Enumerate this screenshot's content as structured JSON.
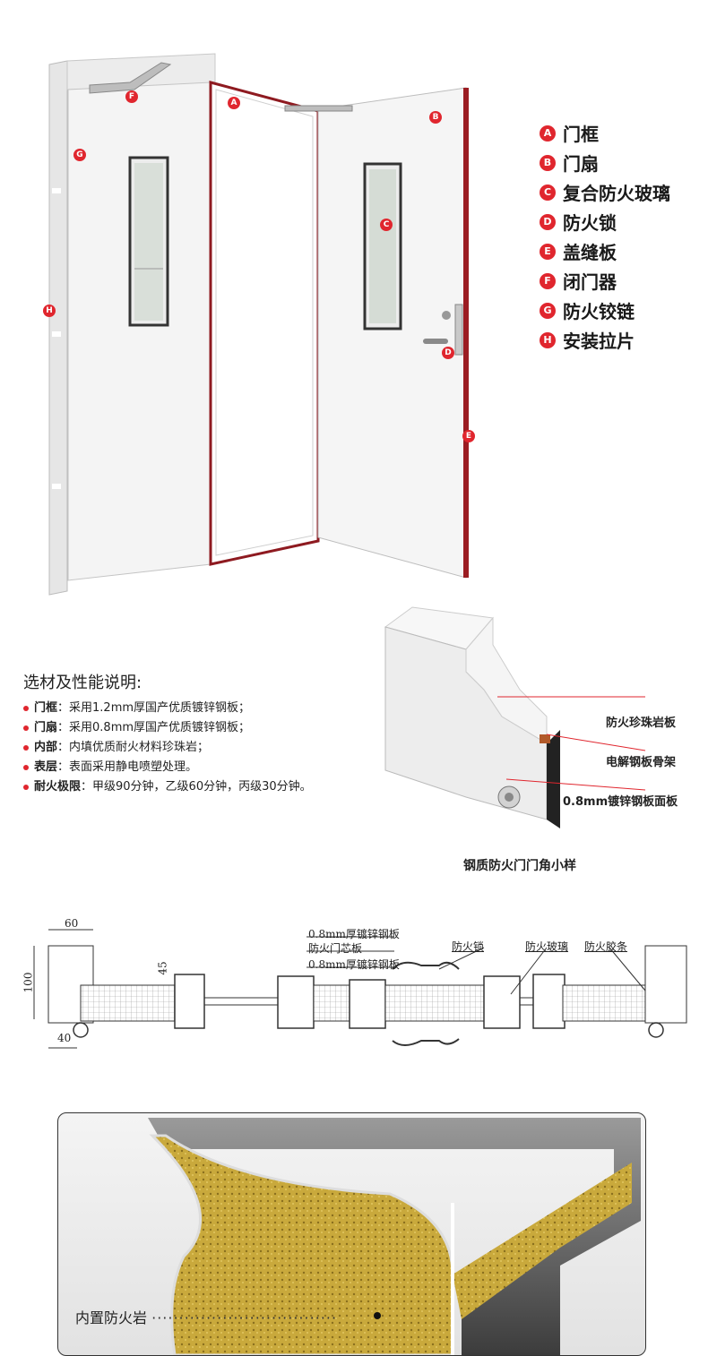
{
  "legend": {
    "items": [
      {
        "letter": "A",
        "label": "门框"
      },
      {
        "letter": "B",
        "label": "门扇"
      },
      {
        "letter": "C",
        "label": "复合防火玻璃"
      },
      {
        "letter": "D",
        "label": "防火锁"
      },
      {
        "letter": "E",
        "label": "盖缝板"
      },
      {
        "letter": "F",
        "label": "闭门器"
      },
      {
        "letter": "G",
        "label": "防火铰链"
      },
      {
        "letter": "H",
        "label": "安装拉片"
      }
    ]
  },
  "markers": [
    "A",
    "B",
    "C",
    "D",
    "E",
    "F",
    "G",
    "H"
  ],
  "materials": {
    "title": "选材及性能说明:",
    "items": [
      {
        "term": "门框",
        "text": "：采用1.2mm厚国产优质镀锌钢板；"
      },
      {
        "term": "门扇",
        "text": "：采用0.8mm厚国产优质镀锌钢板；"
      },
      {
        "term": "内部",
        "text": "：内填优质耐火材料珍珠岩；"
      },
      {
        "term": "表层",
        "text": "：表面采用静电喷塑处理。"
      },
      {
        "term": "耐火极限",
        "text": "：甲级90分钟，乙级60分钟，丙级30分钟。"
      }
    ]
  },
  "corner_sample": {
    "labels": [
      "防火珍珠岩板",
      "电解钢板骨架",
      "0.8mm镀锌钢板面板"
    ],
    "caption": "钢质防火门门角小样"
  },
  "section": {
    "dims": {
      "top": "60",
      "left": "100",
      "bottom": "40",
      "thickness": "45"
    },
    "layer_labels": [
      "0.8mm厚镀锌钢板",
      "防火门芯板",
      "0.8mm厚镀锌钢板"
    ],
    "part_labels": [
      "防火锁",
      "防火玻璃",
      "防火胶条"
    ]
  },
  "core": {
    "label": "内置防火岩"
  },
  "colors": {
    "accent": "#e0262e",
    "door": "#f2f2f2",
    "seal": "#9b1c22",
    "rock": "#c9a93c"
  }
}
